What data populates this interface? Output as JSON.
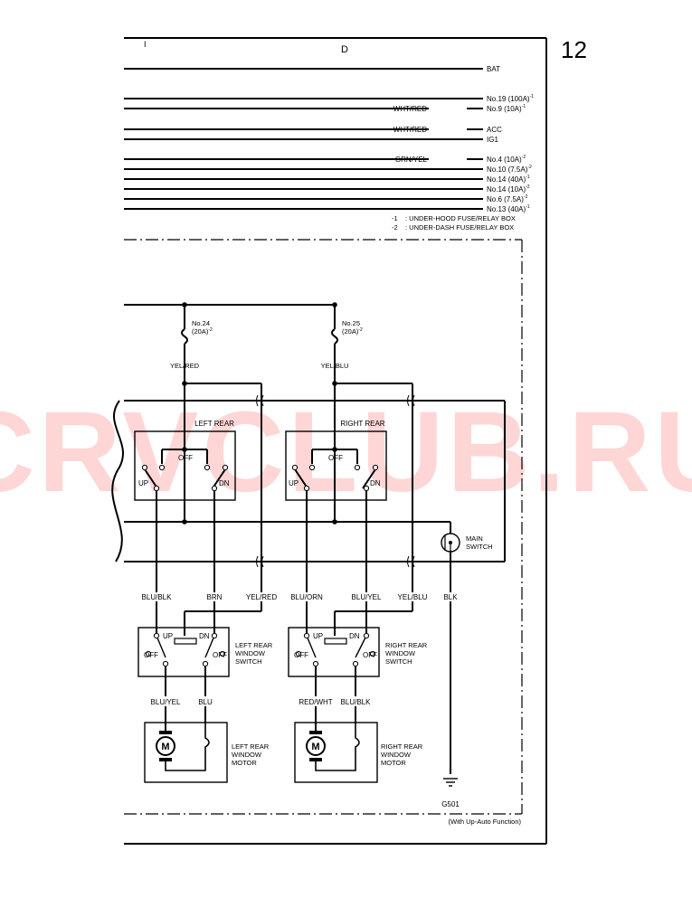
{
  "page_number": "12",
  "header": {
    "col_marker_left": "I",
    "col_marker": "D"
  },
  "watermark": "CRVCLUB.RU",
  "bus_lines": [
    {
      "wire": "",
      "label": "BAT",
      "sup": ""
    },
    {
      "wire": "",
      "label": "No.19 (100A)",
      "sup": "-1"
    },
    {
      "wire": "WHT/RED",
      "label": "No.9 (10A)",
      "sup": "-1"
    },
    {
      "wire": "WHT/RED",
      "label": "ACC",
      "sup": ""
    },
    {
      "wire": "",
      "label": "IG1",
      "sup": ""
    },
    {
      "wire": "GRN/YEL",
      "label": "No.4 (10A)",
      "sup": "-2"
    },
    {
      "wire": "",
      "label": "No.10 (7.5A)",
      "sup": "-2"
    },
    {
      "wire": "",
      "label": "No.14 (40A)",
      "sup": "-1"
    },
    {
      "wire": "",
      "label": "No.14 (10A)",
      "sup": "-2"
    },
    {
      "wire": "",
      "label": "No.6 (7.5A)",
      "sup": "-2"
    },
    {
      "wire": "",
      "label": "No.13 (40A)",
      "sup": "-1"
    }
  ],
  "legend": [
    {
      "key": "-1",
      "text": ": UNDER-HOOD FUSE/RELAY BOX"
    },
    {
      "key": "-2",
      "text": ": UNDER-DASH FUSE/RELAY BOX"
    }
  ],
  "fuses": {
    "left": {
      "name": "No.24",
      "rating": "(20A)",
      "sup": "-2",
      "wire": "YEL/RED"
    },
    "right": {
      "name": "No.25",
      "rating": "(20A)",
      "sup": "-2",
      "wire": "YEL/BLU"
    }
  },
  "main_switch_panel": {
    "left": {
      "title": "LEFT REAR",
      "off": "OFF",
      "up": "UP",
      "dn": "DN"
    },
    "right": {
      "title": "RIGHT REAR",
      "off": "OFF",
      "up": "UP",
      "dn": "DN"
    },
    "main_switch": {
      "line1": "MAIN",
      "line2": "SWITCH"
    }
  },
  "wires_mid": {
    "left": [
      "BLU/BLK",
      "BRN",
      "YEL/RED"
    ],
    "right": [
      "BLU/ORN",
      "BLU/YEL",
      "YEL/BLU"
    ],
    "ground": "BLK"
  },
  "window_switch": {
    "left": {
      "up": "UP",
      "dn": "DN",
      "off_l": "OFF",
      "off_r": "OFF",
      "name": [
        "LEFT REAR",
        "WINDOW",
        "SWITCH"
      ]
    },
    "right": {
      "up": "UP",
      "dn": "DN",
      "off_l": "OFF",
      "off_r": "OFF",
      "name": [
        "RIGHT REAR",
        "WINDOW",
        "SWITCH"
      ]
    }
  },
  "wires_low": {
    "left": [
      "BLU/YEL",
      "BLU"
    ],
    "right": [
      "RED/WHT",
      "BLU/BLK"
    ]
  },
  "motors": {
    "left": {
      "symbol": "M",
      "name": [
        "LEFT REAR",
        "WINDOW",
        "MOTOR"
      ]
    },
    "right": {
      "symbol": "M",
      "name": [
        "RIGHT REAR",
        "WINDOW",
        "MOTOR"
      ]
    }
  },
  "ground_label": "G501",
  "footnote": "(With Up-Auto Function)"
}
